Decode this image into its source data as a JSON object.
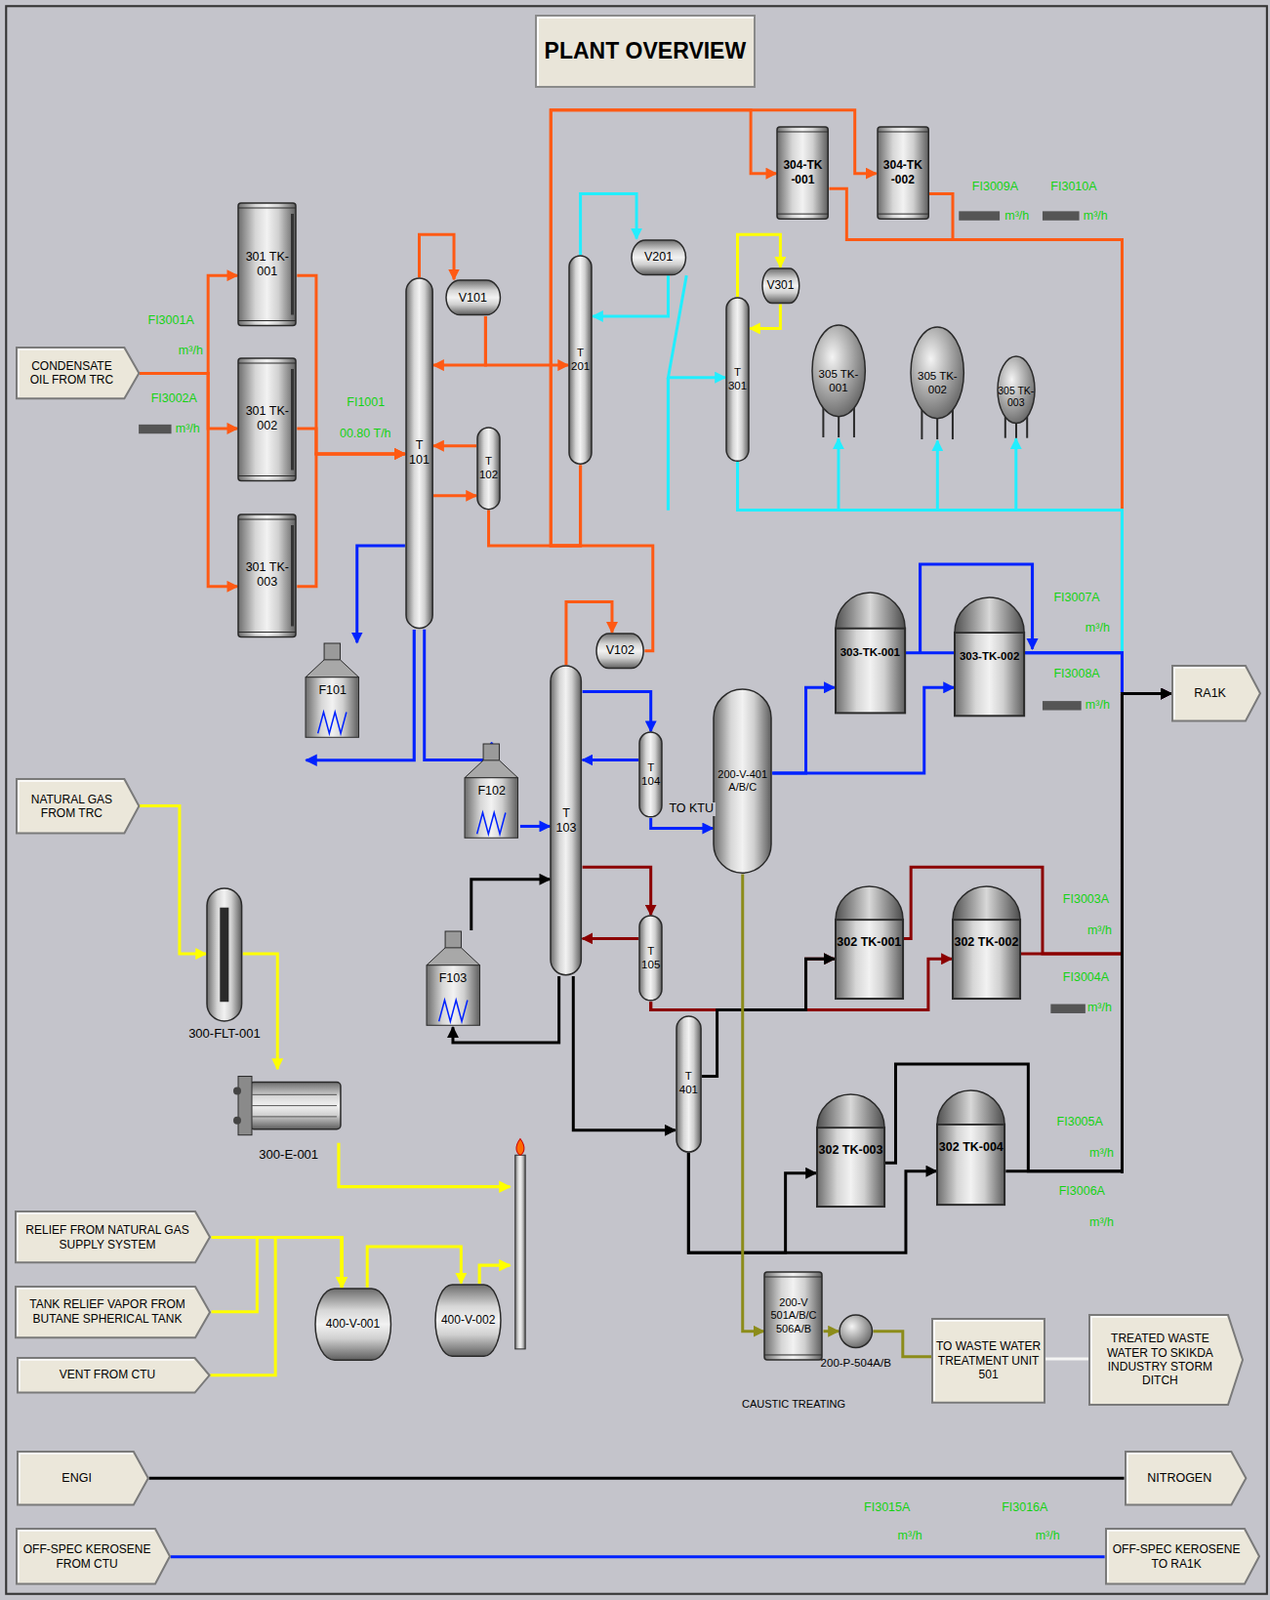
{
  "diagram": {
    "title": "PLANT OVERVIEW",
    "nodes": [
      {
        "text": [
          "CONDENSATE OIL FROM TRC"
        ]
      },
      {
        "text": [
          "301 TK-001"
        ]
      },
      {
        "text": [
          "301 TK-002"
        ]
      },
      {
        "text": [
          "301 TK-003"
        ]
      },
      {
        "text": [
          "T 101"
        ]
      },
      {
        "text": [
          "V101"
        ]
      },
      {
        "text": [
          "T 102"
        ]
      },
      {
        "text": [
          "T 201"
        ]
      },
      {
        "text": [
          "V201"
        ]
      },
      {
        "text": [
          "304-TK -001"
        ]
      },
      {
        "text": [
          "304-TK -002"
        ]
      },
      {
        "text": [
          "V301"
        ]
      },
      {
        "text": [
          "T 301"
        ]
      },
      {
        "text": [
          "305 TK-001"
        ]
      },
      {
        "text": [
          "305 TK-002"
        ]
      },
      {
        "text": [
          "305 TK-003"
        ]
      },
      {
        "text": [
          "F101"
        ]
      },
      {
        "text": [
          "V102"
        ]
      },
      {
        "text": [
          "T 103"
        ]
      },
      {
        "text": [
          "F102"
        ]
      },
      {
        "text": [
          "T 104"
        ]
      },
      {
        "text": [
          "200-V-401 A/B/C"
        ]
      },
      {
        "text": [
          "303-TK-001"
        ]
      },
      {
        "text": [
          "303-TK-002"
        ]
      },
      {
        "text": [
          "RA1K"
        ]
      },
      {
        "text": [
          "NATURAL GAS FROM TRC"
        ]
      },
      {
        "text": [
          "300-FLT-001"
        ]
      },
      {
        "text": [
          "T 105"
        ]
      },
      {
        "text": [
          "302 TK-001"
        ]
      },
      {
        "text": [
          "302 TK-002"
        ]
      },
      {
        "text": [
          "F103"
        ]
      },
      {
        "text": [
          "T 401"
        ]
      },
      {
        "text": [
          "300-E-001"
        ]
      },
      {
        "text": [
          "302 TK-003"
        ]
      },
      {
        "text": [
          "302 TK-004"
        ]
      },
      {
        "text": [
          "RELIEF FROM NATURAL GAS SUPPLY SYSTEM"
        ]
      },
      {
        "text": [
          "TANK RELIEF VAPOR FROM BUTANE SPHERICAL TANK"
        ]
      },
      {
        "text": [
          "VENT FROM CTU"
        ]
      },
      {
        "text": [
          "400-V-001"
        ]
      },
      {
        "text": [
          "400-V-002"
        ]
      },
      {
        "text": [
          "200-V 501A/B/C 506A/B",
          "CAUSTIC TREATING"
        ]
      },
      {
        "text": [
          "200-P-504A/B"
        ]
      },
      {
        "text": [
          "TO WASTE WATER TREATMENT UNIT 501"
        ]
      },
      {
        "text": [
          "TREATED WASTE WATER TO SKIKDA INDUSTRY STORM DITCH"
        ]
      },
      {
        "text": [
          "ENGI"
        ]
      },
      {
        "text": [
          "NITROGEN"
        ]
      },
      {
        "text": [
          "OFF-SPEC KEROSENE FROM CTU"
        ]
      },
      {
        "text": [
          "OFF-SPEC KEROSENE TO RA1K"
        ]
      }
    ],
    "edges": [
      {
        "from": 0,
        "to": 1,
        "arrow": "to"
      },
      {
        "from": 0,
        "to": 2,
        "arrow": "to"
      },
      {
        "from": 0,
        "to": 3,
        "arrow": "to"
      },
      {
        "from": 1,
        "to": 4,
        "arrow": "to"
      },
      {
        "from": 2,
        "to": 4,
        "arrow": "to"
      },
      {
        "from": 3,
        "to": 4,
        "arrow": "to"
      },
      {
        "from": 4,
        "to": 5,
        "arrow": "to"
      },
      {
        "from": 5,
        "to": 7,
        "arrow": "to"
      },
      {
        "from": 5,
        "to": 4,
        "arrow": "to"
      },
      {
        "from": 6,
        "to": 4,
        "arrow": "to"
      },
      {
        "from": 4,
        "to": 6,
        "arrow": "to"
      },
      {
        "from": 6,
        "to": 17,
        "arrow": "none"
      },
      {
        "from": 7,
        "to": 9,
        "arrow": "to"
      },
      {
        "from": 7,
        "to": 10,
        "arrow": "to"
      },
      {
        "from": 9,
        "to": 24,
        "arrow": "to"
      },
      {
        "from": 10,
        "to": 24,
        "arrow": "to"
      },
      {
        "from": 18,
        "to": 17,
        "arrow": "to"
      },
      {
        "from": 7,
        "to": 8,
        "arrow": "to"
      },
      {
        "from": 8,
        "to": 7,
        "arrow": "to"
      },
      {
        "from": 8,
        "to": 12,
        "arrow": "to"
      },
      {
        "from": 12,
        "to": 13,
        "arrow": "to"
      },
      {
        "from": 12,
        "to": 14,
        "arrow": "to"
      },
      {
        "from": 12,
        "to": 15,
        "arrow": "to"
      },
      {
        "from": 12,
        "to": 24,
        "arrow": "to"
      },
      {
        "from": 12,
        "to": 11,
        "arrow": "to"
      },
      {
        "from": 11,
        "to": 12,
        "arrow": "to"
      },
      {
        "from": 4,
        "to": 16,
        "arrow": "to"
      },
      {
        "from": 4,
        "to": 19,
        "arrow": "to"
      },
      {
        "from": 19,
        "to": 18,
        "arrow": "to"
      },
      {
        "from": 18,
        "to": 20,
        "arrow": "to"
      },
      {
        "from": 20,
        "to": 18,
        "arrow": "to"
      },
      {
        "from": 20,
        "to": 21,
        "arrow": "to",
        "label": "TO KTU"
      },
      {
        "from": 21,
        "to": 22,
        "arrow": "to"
      },
      {
        "from": 21,
        "to": 23,
        "arrow": "to"
      },
      {
        "from": 22,
        "to": 24,
        "arrow": "to"
      },
      {
        "from": 23,
        "to": 24,
        "arrow": "to"
      },
      {
        "from": 18,
        "to": 27,
        "arrow": "to"
      },
      {
        "from": 27,
        "to": 18,
        "arrow": "to"
      },
      {
        "from": 27,
        "to": 28,
        "arrow": "to"
      },
      {
        "from": 27,
        "to": 29,
        "arrow": "to"
      },
      {
        "from": 28,
        "to": 24,
        "arrow": "to"
      },
      {
        "from": 29,
        "to": 24,
        "arrow": "to"
      },
      {
        "from": 30,
        "to": 18,
        "arrow": "to"
      },
      {
        "from": 18,
        "to": 30,
        "arrow": "to"
      },
      {
        "from": 18,
        "to": 31,
        "arrow": "to"
      },
      {
        "from": 31,
        "to": 28,
        "arrow": "to"
      },
      {
        "from": 31,
        "to": 33,
        "arrow": "to"
      },
      {
        "from": 31,
        "to": 34,
        "arrow": "to"
      },
      {
        "from": 33,
        "to": 24,
        "arrow": "to"
      },
      {
        "from": 34,
        "to": 24,
        "arrow": "to"
      },
      {
        "from": 25,
        "to": 26,
        "arrow": "to"
      },
      {
        "from": 26,
        "to": 32,
        "arrow": "to"
      },
      {
        "from": 35,
        "to": 38,
        "arrow": "to"
      },
      {
        "from": 36,
        "to": 38,
        "arrow": "to"
      },
      {
        "from": 37,
        "to": 38,
        "arrow": "to"
      },
      {
        "from": 38,
        "to": 39,
        "arrow": "to"
      },
      {
        "from": 21,
        "to": 40,
        "arrow": "to"
      },
      {
        "from": 40,
        "to": 41,
        "arrow": "to"
      },
      {
        "from": 41,
        "to": 42,
        "arrow": "none"
      },
      {
        "from": 42,
        "to": 43,
        "arrow": "none"
      },
      {
        "from": 44,
        "to": 45,
        "arrow": "none"
      },
      {
        "from": 46,
        "to": 47,
        "arrow": "none"
      }
    ],
    "labels": [
      "FI3001A",
      "m³/h",
      "FI3002A",
      "m³/h",
      "FI1001",
      "00.80 T/h",
      "FI3009A",
      "m³/h",
      "FI3010A",
      "m³/h",
      "FI3007A",
      "m³/h",
      "FI3008A",
      "m³/h",
      "FI3003A",
      "m³/h",
      "FI3004A",
      "m³/h",
      "FI3005A",
      "m³/h",
      "FI3006A",
      "m³/h",
      "FI3015A",
      "m³/h",
      "FI3016A",
      "m³/h"
    ]
  }
}
